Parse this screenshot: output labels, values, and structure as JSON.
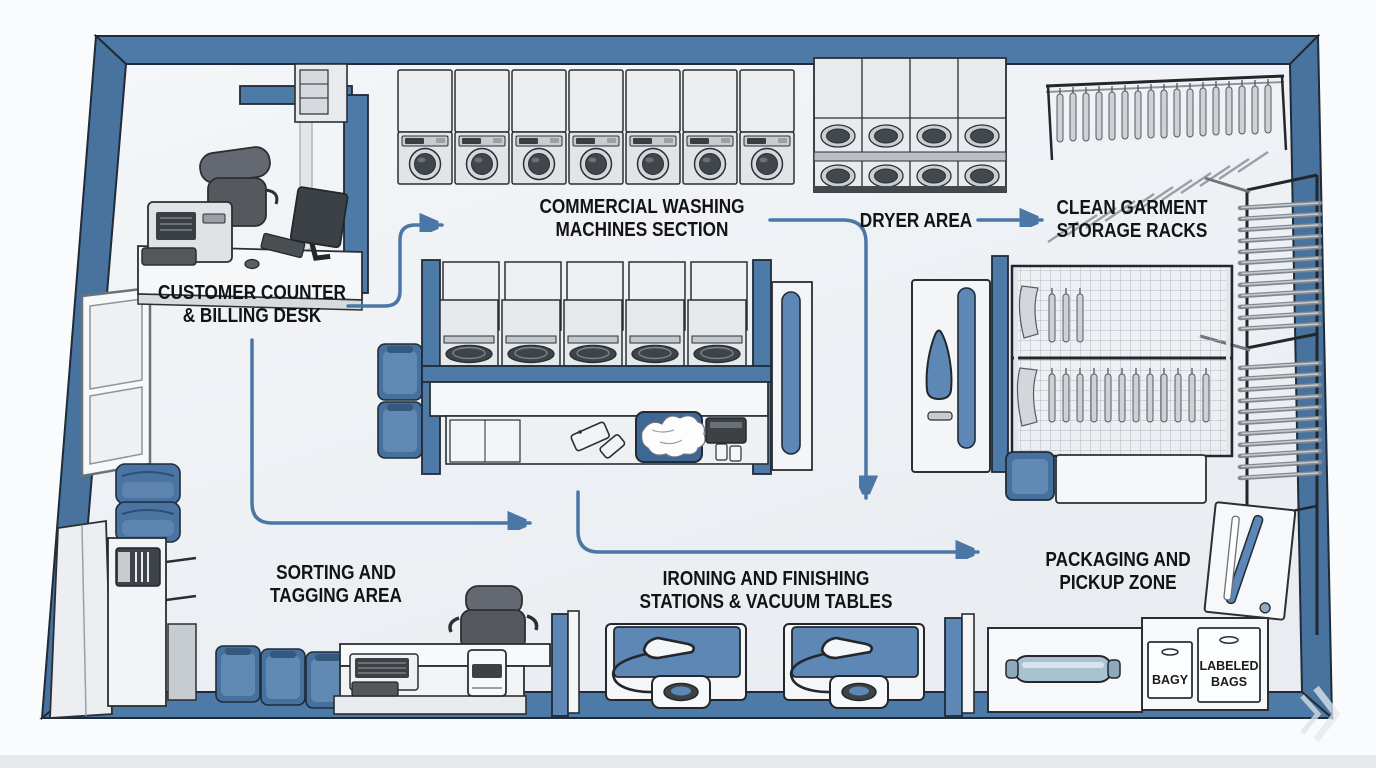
{
  "diagram": {
    "kind": "isometric floor plan",
    "subject": "commercial laundry facility workflow layout",
    "colors": {
      "wall_blue": "#4e7aa7",
      "accent_blue": "#5d87b5",
      "arrow_blue": "#4a77a5",
      "machine_gray": "#e8ebee",
      "outline_dark": "#2b2f33",
      "floor": "#f1f4f7",
      "label_text": "#131313"
    },
    "zones": {
      "customer_counter": "CUSTOMER COUNTER\n& BILLING DESK",
      "washing_section": "COMMERCIAL WASHING\nMACHINES SECTION",
      "dryer_area": "DRYER AREA",
      "storage_racks": "CLEAN GARMENT\nSTORAGE RACKS",
      "sorting_area": "SORTING AND\nTAGGING AREA",
      "ironing_stations": "IRONING AND FINISHING\nSTATIONS & VACUUM TABLES",
      "packaging_zone": "PACKAGING AND\nPICKUP ZONE"
    },
    "bags": {
      "small_bag_label": "BAGY",
      "large_bag_label_line1": "LABELED",
      "large_bag_label_line2": "BAGS",
      "large_bag_label": "LABELED BAGS"
    },
    "equipment_counts": {
      "wall_washing_machines": 7,
      "stacked_dryer_doors": 8,
      "island_washers": 10,
      "ironing_vacuum_tables": 2,
      "floor_laundry_carts": 3
    },
    "workflow_arrows": [
      {
        "from": "customer counter & billing desk",
        "to": "commercial washing machines section"
      },
      {
        "from": "commercial washing machines section",
        "to": "dryer area"
      },
      {
        "from": "dryer area",
        "to": "clean garment storage racks"
      },
      {
        "from": "customer counter & billing desk",
        "to": "sorting and tagging area"
      },
      {
        "from": "sorting and tagging area",
        "to": "packaging and pickup zone"
      }
    ]
  }
}
